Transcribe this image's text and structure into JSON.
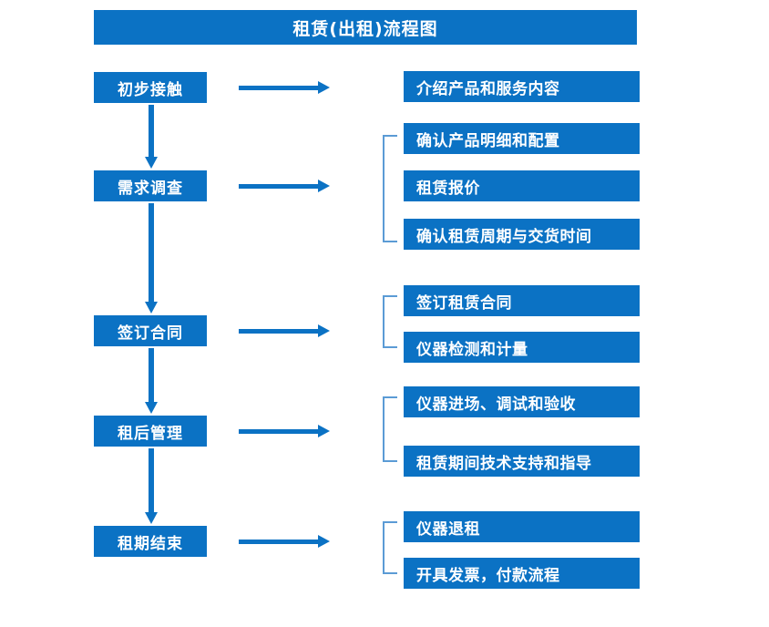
{
  "diagram": {
    "title": "租赁(出租)流程图",
    "colors": {
      "box_blue": "#0B72C4",
      "bracket_blue": "#5B9BD5",
      "text": "#FFFFFF",
      "background": "#FFFFFF"
    },
    "stages": [
      {
        "label": "初步接触"
      },
      {
        "label": "需求调查"
      },
      {
        "label": "签订合同"
      },
      {
        "label": "租后管理"
      },
      {
        "label": "租期结束"
      }
    ],
    "details": [
      {
        "label": "介绍产品和服务内容"
      },
      {
        "label": "确认产品明细和配置"
      },
      {
        "label": "租赁报价"
      },
      {
        "label": "确认租赁周期与交货时间"
      },
      {
        "label": "签订租赁合同"
      },
      {
        "label": "仪器检测和计量"
      },
      {
        "label": "仪器进场、调试和验收"
      },
      {
        "label": "租赁期间技术支持和指导"
      },
      {
        "label": "仪器退租"
      },
      {
        "label": "开具发票，付款流程"
      }
    ]
  }
}
